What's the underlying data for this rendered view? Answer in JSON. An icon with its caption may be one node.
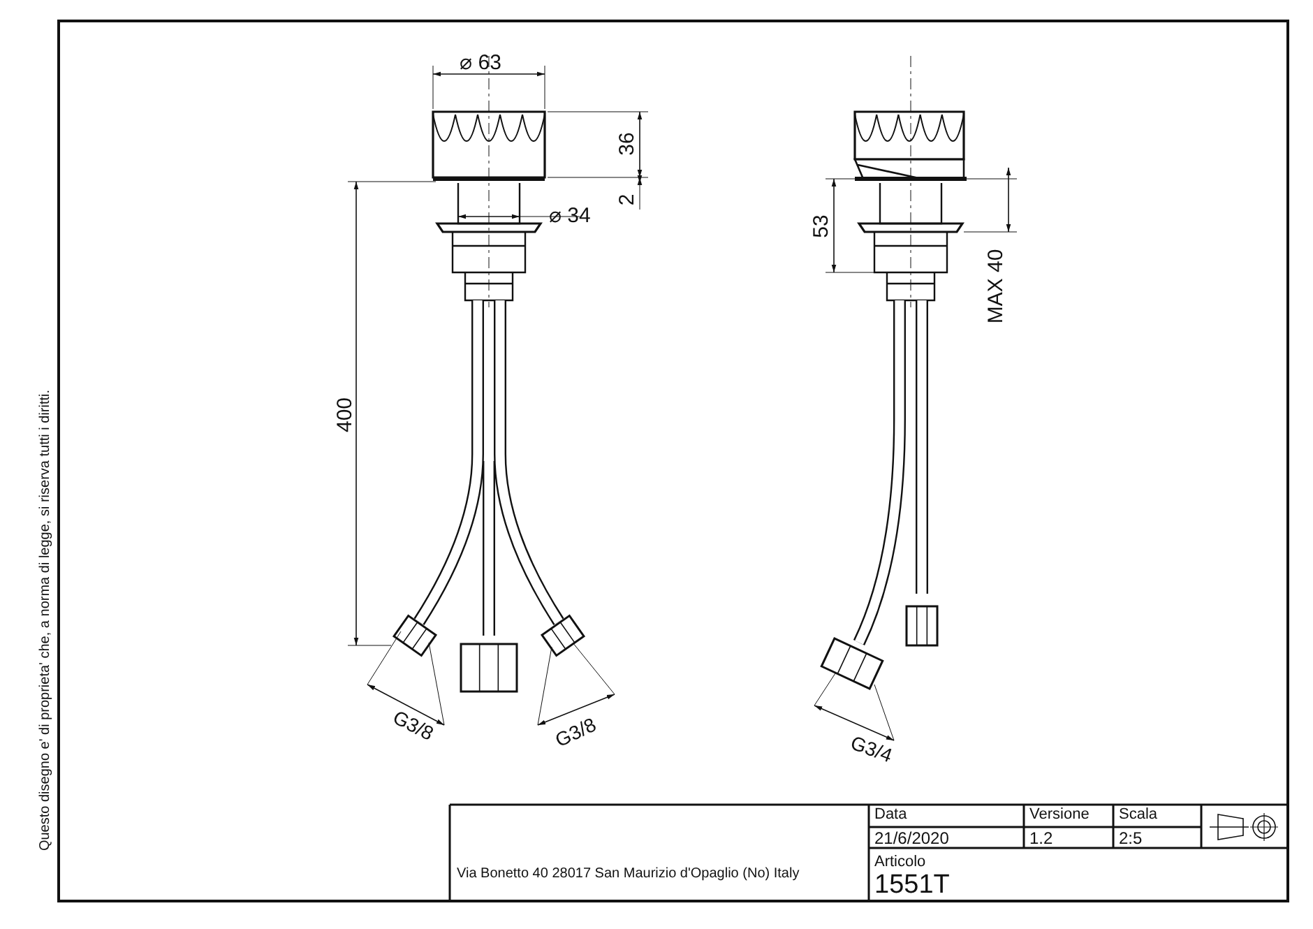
{
  "diagram": {
    "labels": [
      "⌀ 63",
      "36",
      "2",
      "⌀ 34",
      "400",
      "53",
      "MAX 40",
      "G3/8",
      "G3/8",
      "G3/4",
      "Data",
      "Versione",
      "Scala",
      "21/6/2020",
      "1.2",
      "2:5",
      "Via Bonetto 40  28017 San Maurizio d'Opaglio (No) Italy",
      "Articolo",
      "1551T",
      "Questo disegno e' di proprieta' che, a norma di legge, si riserva tutti i diritti."
    ]
  }
}
